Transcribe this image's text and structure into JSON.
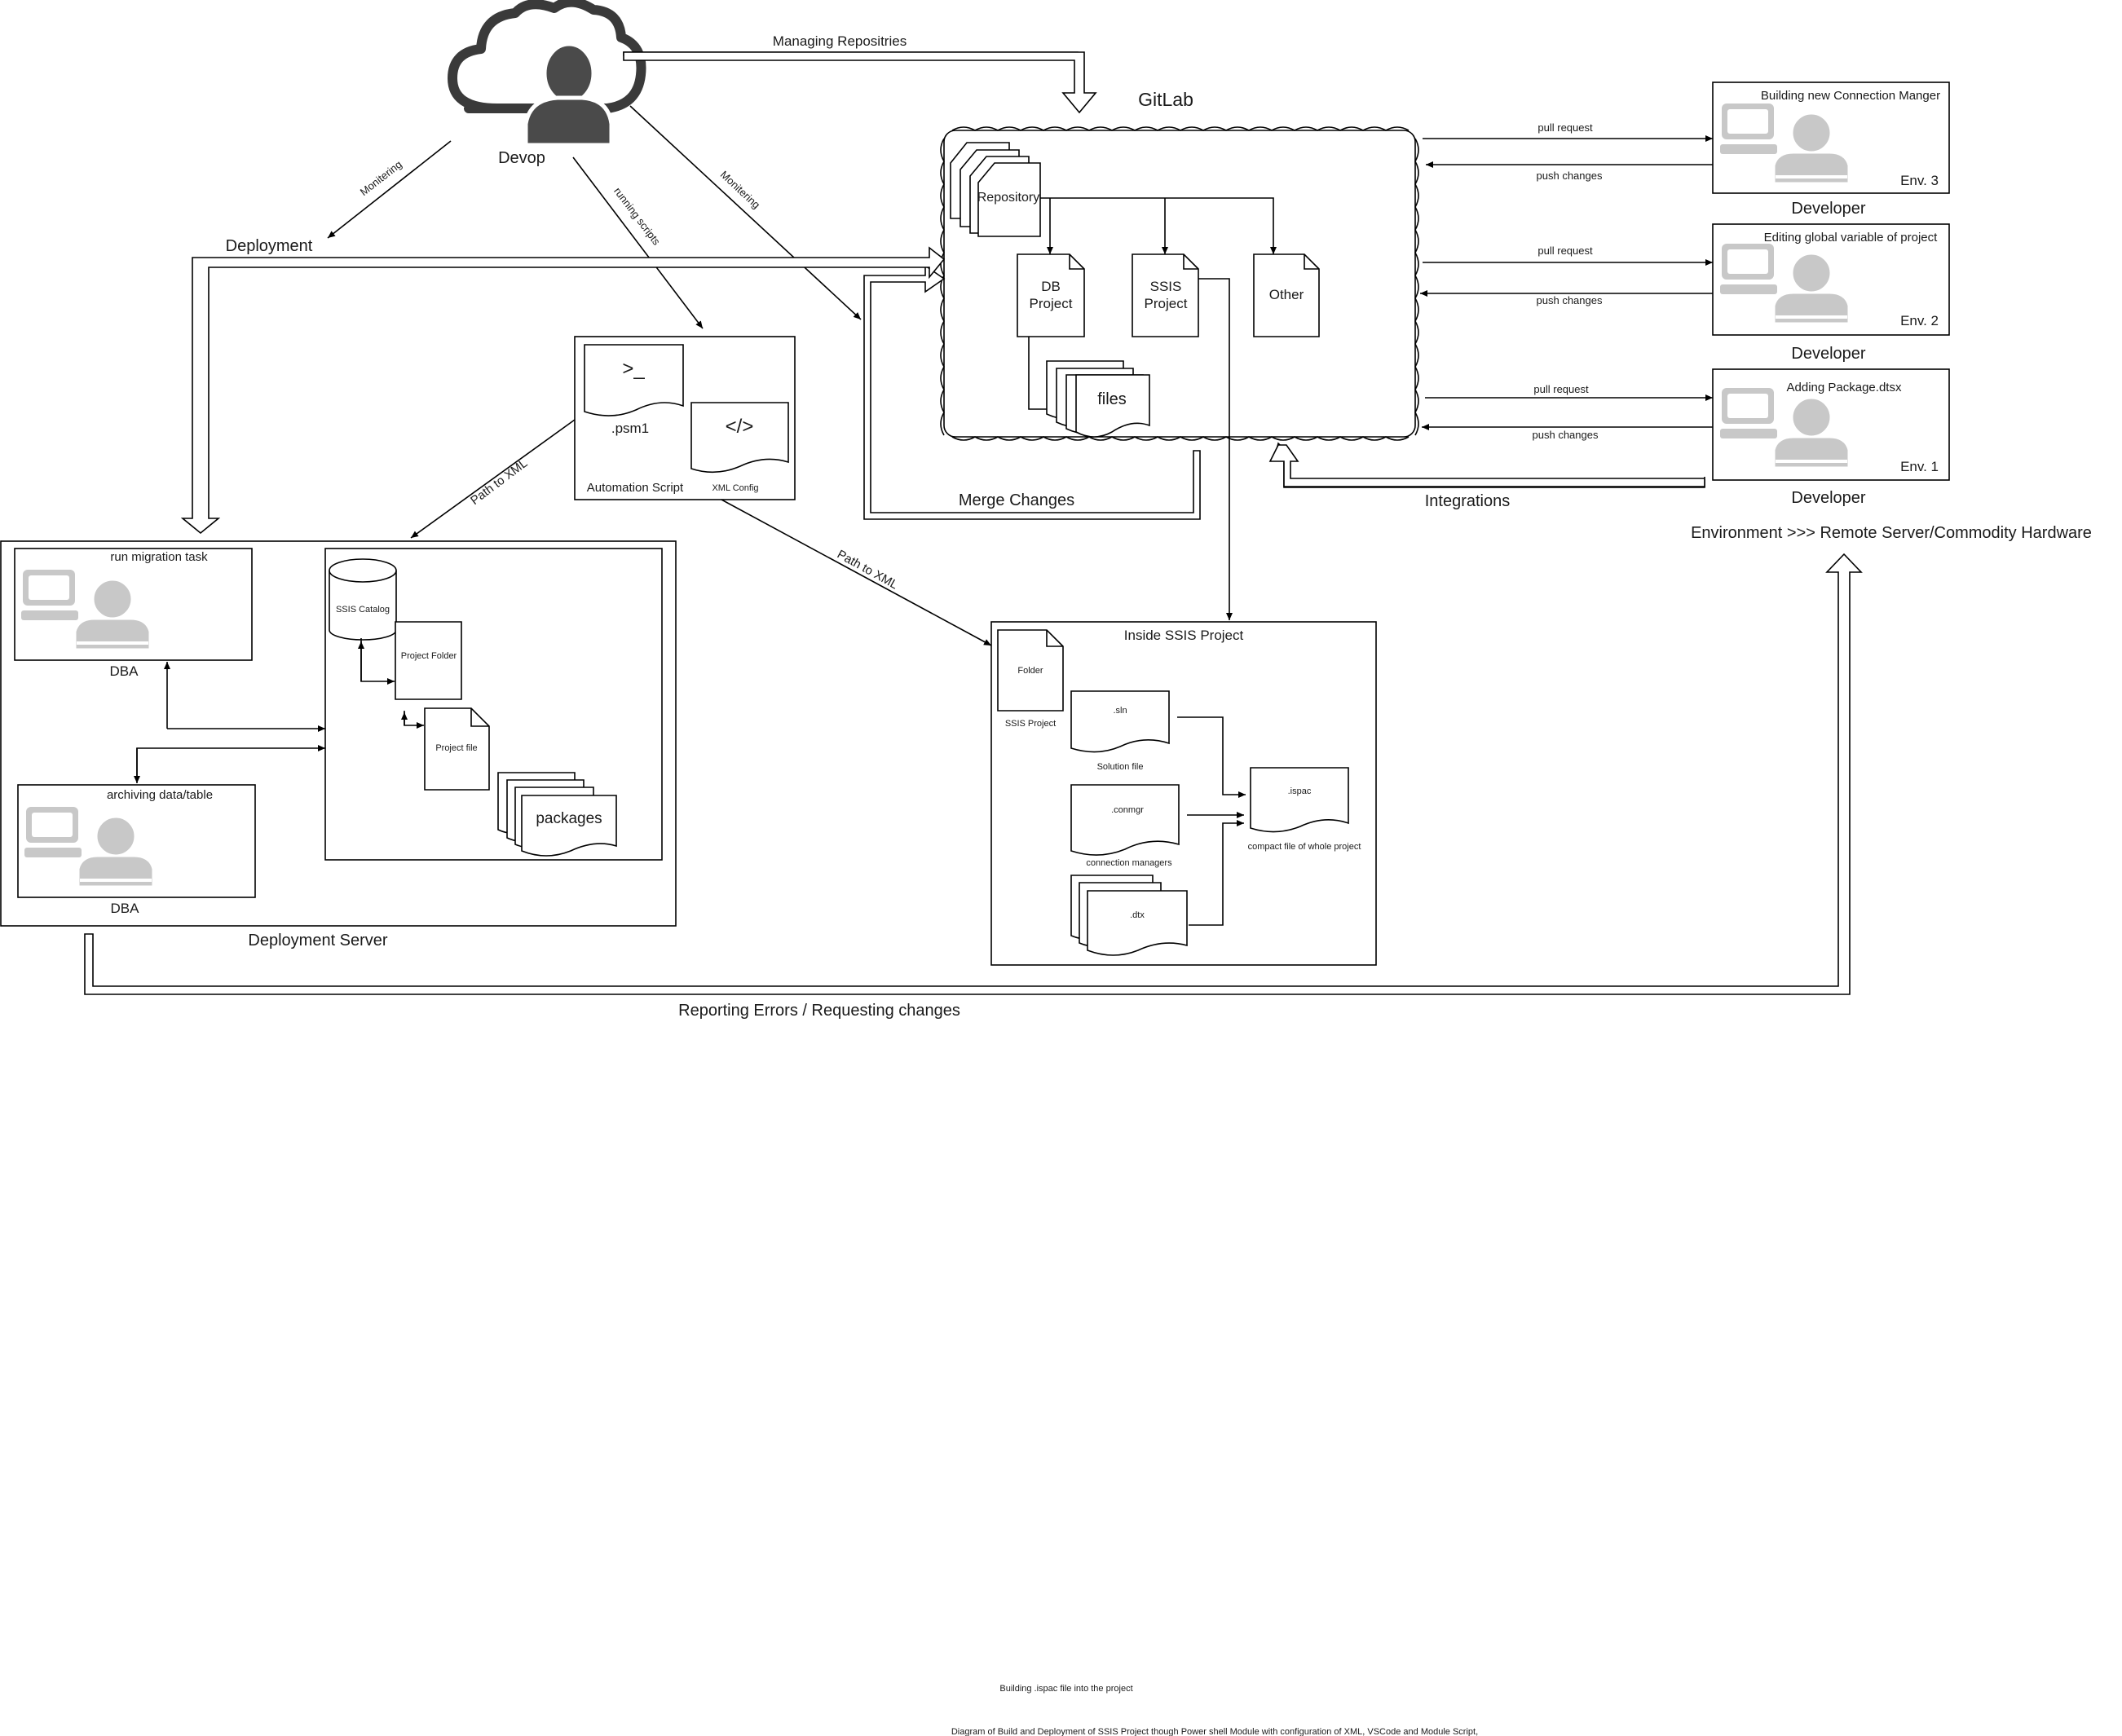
{
  "devop": {
    "label": "Devop"
  },
  "edges": {
    "managing_repositories": "Managing Repositries",
    "monitering_left": "Monitering",
    "monitering_right": "Monitering",
    "running_scripts": "running scripts",
    "deployment": "Deployment",
    "path_to_xml_left": "Path to XML",
    "path_to_xml_right": "Path to XML",
    "merge_changes": "Merge Changes",
    "integrations": "Integrations",
    "reporting": "Reporting Errors / Requesting changes"
  },
  "gitlab": {
    "title": "GitLab",
    "repository": "Repository",
    "db_project": [
      "DB",
      "Project"
    ],
    "ssis_project": [
      "SSIS",
      "Project"
    ],
    "other": "Other",
    "files": "files"
  },
  "developers": [
    {
      "task": "Building new Connection Manger",
      "env": "Env. 3",
      "role": "Developer",
      "pull": "pull request",
      "push": "push changes"
    },
    {
      "task": "Editing global variable of project",
      "env": "Env. 2",
      "role": "Developer",
      "pull": "pull request",
      "push": "push changes"
    },
    {
      "task": "Adding Package.dtsx",
      "env": "Env. 1",
      "role": "Developer",
      "pull": "pull request",
      "push": "push changes"
    }
  ],
  "environment_note": "Environment >>> Remote Server/Commodity Hardware",
  "automation": {
    "title": "Automation Script",
    "prompt": ">_",
    "psm1": ".psm1",
    "xml_tag": "</>",
    "xml_config": "XML Config"
  },
  "deployment_server": {
    "title": "Deployment Server",
    "dba_task_1": "run migration task",
    "dba_role_1": "DBA",
    "dba_task_2": "archiving data/table",
    "dba_role_2": "DBA",
    "ssis_catalog": "SSIS Catalog",
    "project_folder": "Project Folder",
    "project_file": "Project file",
    "packages": "packages"
  },
  "inside_ssis": {
    "title": "Inside SSIS Project",
    "folder": "Folder",
    "ssis_project": "SSIS Project",
    "sln": ".sln",
    "solution_file": "Solution file",
    "conmgr": ".conmgr",
    "connection_managers": "connection managers",
    "dtx": ".dtx",
    "ispac": ".ispac",
    "compact": "compact file of whole project"
  },
  "footer": {
    "line1": "Building .ispac file into the project",
    "line2": "Diagram of Build and Deployment of SSIS Project though Power shell Module with configuration of XML, VSCode and Module Script,"
  }
}
